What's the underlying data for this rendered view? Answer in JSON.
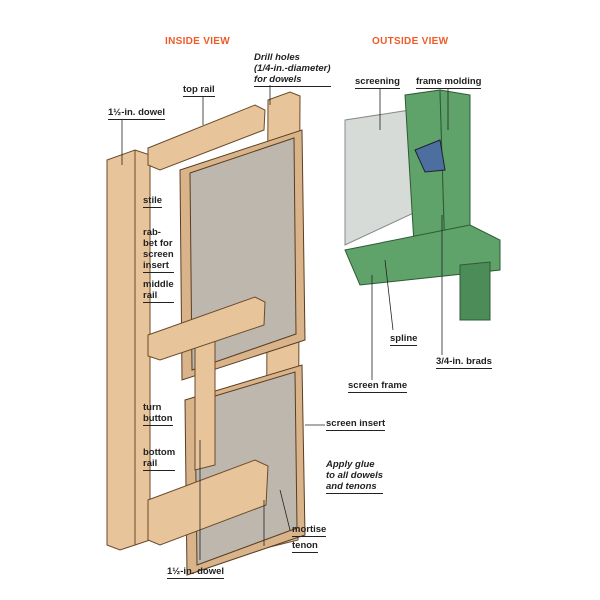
{
  "headings": {
    "inside": "INSIDE VIEW",
    "outside": "OUTSIDE VIEW"
  },
  "inside_labels": {
    "drill_holes": [
      "Drill holes",
      "(1/4-in.-diameter)",
      "for dowels"
    ],
    "top_rail": "top rail",
    "dowel_top": "1½-in. dowel",
    "stile": "stile",
    "rabbet": [
      "rab-",
      "bet for",
      "screen",
      "insert"
    ],
    "middle_rail": [
      "middle",
      "rail"
    ],
    "turn_button": [
      "turn",
      "button"
    ],
    "bottom_rail": [
      "bottom",
      "rail"
    ],
    "screen_insert": "screen insert",
    "apply_glue": [
      "Apply glue",
      "to all dowels",
      "and tenons"
    ],
    "mortise": "mortise",
    "tenon": "tenon",
    "dowel_bottom": "1½-in. dowel"
  },
  "outside_labels": {
    "screening": "screening",
    "frame_molding": "frame molding",
    "spline": "spline",
    "screen_frame": "screen frame",
    "brads": "3/4-in. brads"
  },
  "colors": {
    "wood": "#e8c49a",
    "wood_dark": "#c99a6a",
    "green": "#5fa36a",
    "accent": "#f15a29"
  }
}
